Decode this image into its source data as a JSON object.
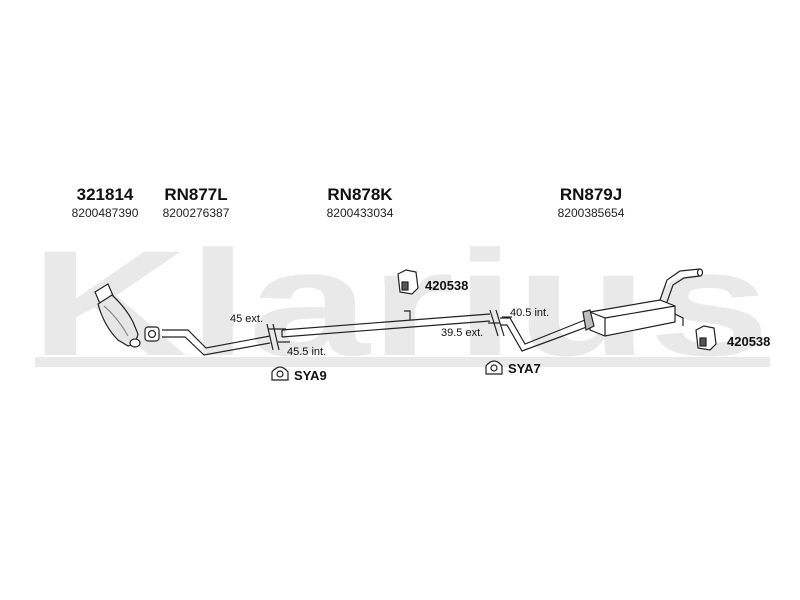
{
  "watermark": {
    "text": "Klarius",
    "color": "#e9e9e9"
  },
  "parts": [
    {
      "part_number": "321814",
      "oem_number": "8200487390"
    },
    {
      "part_number": "RN877L",
      "oem_number": "8200276387"
    },
    {
      "part_number": "RN878K",
      "oem_number": "8200433034"
    },
    {
      "part_number": "RN879J",
      "oem_number": "8200385654"
    }
  ],
  "accessories": [
    {
      "code": "420538"
    },
    {
      "code": "420538"
    },
    {
      "code": "SYA9"
    },
    {
      "code": "SYA7"
    }
  ],
  "dimensions": [
    {
      "label": "45 ext."
    },
    {
      "label": "45.5 int."
    },
    {
      "label": "40.5 int."
    },
    {
      "label": "39.5 ext."
    }
  ],
  "colors": {
    "line": "#222222",
    "fill": "#ffffff",
    "shade": "#bdbdbd"
  }
}
